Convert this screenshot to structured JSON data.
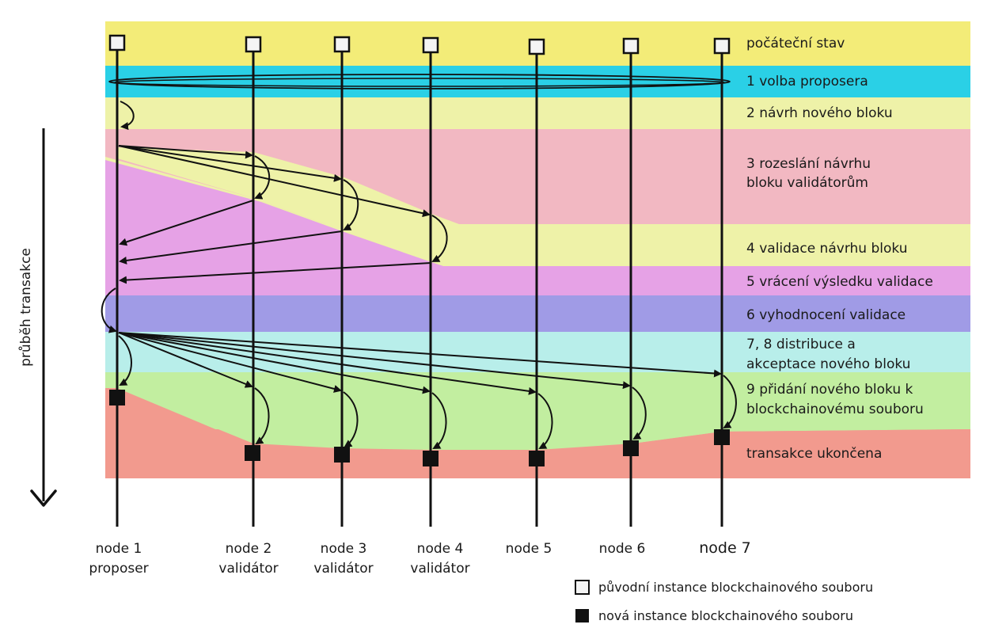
{
  "axis_label": "průběh transakce",
  "phases": [
    {
      "label": "počáteční stav",
      "color": "#f3ec78"
    },
    {
      "label": "1 volba proposera",
      "color": "#2ad0e6"
    },
    {
      "label": "2 návrh nového bloku",
      "color": "#eef2a8"
    },
    {
      "label_lines": [
        "3 rozeslání návrhu",
        "bloku validátorům"
      ],
      "color": "#f2b8c2"
    },
    {
      "label": "4 validace návrhu bloku",
      "color": "#eef2a8"
    },
    {
      "label": "5 vrácení výsledku validace",
      "color": "#e6a2e6"
    },
    {
      "label": "6 vyhodnocení validace",
      "color": "#a09be6"
    },
    {
      "label_lines": [
        "7, 8 distribuce a",
        "akceptace nového bloku"
      ],
      "color": "#b8eeea"
    },
    {
      "label_lines": [
        "9 přidání nového bloku k",
        "blockchainovému souboru"
      ],
      "color": "#c2eea0"
    },
    {
      "label": "transakce ukončena",
      "color": "#f29a8e"
    }
  ],
  "nodes": [
    {
      "line1": "node 1",
      "line2": "proposer"
    },
    {
      "line1": "node 2",
      "line2": "validátor"
    },
    {
      "line1": "node 3",
      "line2": "validátor"
    },
    {
      "line1": "node 4",
      "line2": "validátor"
    },
    {
      "line1": "node 5",
      "line2": ""
    },
    {
      "line1": "node 6",
      "line2": ""
    },
    {
      "line1": "node 7",
      "line2": ""
    }
  ],
  "legend": [
    {
      "symbol": "white-square",
      "label": "původní instance blockchainového souboru"
    },
    {
      "symbol": "black-square",
      "label": "nová instance blockchainového souboru"
    }
  ]
}
